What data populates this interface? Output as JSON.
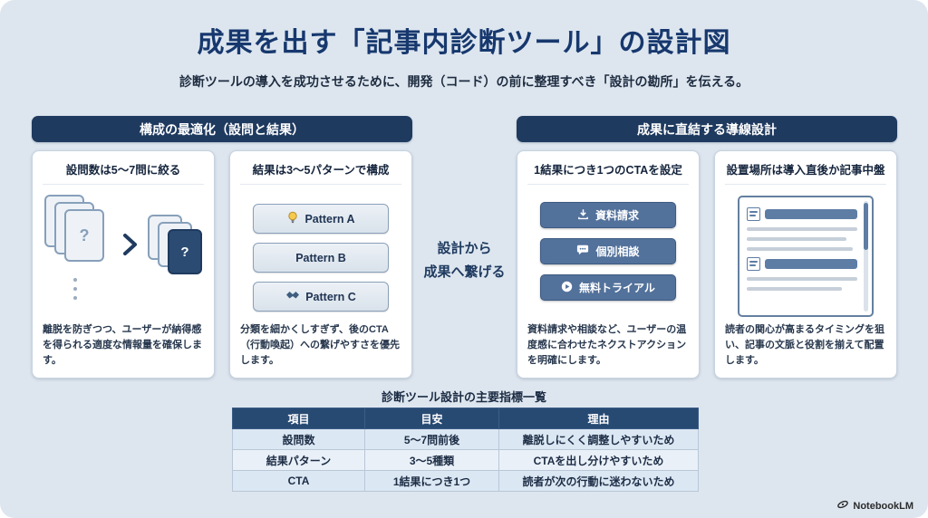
{
  "page": {
    "title": "成果を出す「記事内診断ツール」の設計図",
    "subtitle": "診断ツールの導入を成功させるために、開発（コード）の前に整理すべき「設計の勘所」を伝える。"
  },
  "left_section": {
    "header": "構成の最適化（設問と結果）",
    "card1": {
      "title": "設問数は5〜7問に絞る",
      "question_mark": "?",
      "body": "離脱を防ぎつつ、ユーザーが納得感を得られる適度な情報量を確保します。"
    },
    "card2": {
      "title": "結果は3〜5パターンで構成",
      "patterns": [
        {
          "icon": "lightbulb-icon",
          "label": "Pattern A"
        },
        {
          "icon": "none",
          "label": "Pattern B"
        },
        {
          "icon": "handshake-icon",
          "label": "Pattern C"
        }
      ],
      "body": "分類を細かくしすぎず、後のCTA（行動喚起）への繋げやすさを優先します。"
    }
  },
  "connector": {
    "text": "設計から\n成果へ繋げる"
  },
  "right_section": {
    "header": "成果に直結する導線設計",
    "card3": {
      "title": "1結果につき1つのCTAを設定",
      "ctas": [
        {
          "icon": "download-icon",
          "label": "資料請求"
        },
        {
          "icon": "chat-icon",
          "label": "個別相談"
        },
        {
          "icon": "play-icon",
          "label": "無料トライアル"
        }
      ],
      "body": "資料請求や相談など、ユーザーの温度感に合わせたネクストアクションを明確にします。"
    },
    "card4": {
      "title": "設置場所は導入直後か記事中盤",
      "body": "読者の関心が高まるタイミングを狙い、記事の文脈と役割を揃えて配置します。"
    }
  },
  "table": {
    "title": "診断ツール設計の主要指標一覧",
    "headers": [
      "項目",
      "目安",
      "理由"
    ],
    "rows": [
      [
        "設問数",
        "5〜7問前後",
        "離脱しにくく調整しやすいため"
      ],
      [
        "結果パターン",
        "3〜5種類",
        "CTAを出し分けやすいため"
      ],
      [
        "CTA",
        "1結果につき1つ",
        "読者が次の行動に迷わないため"
      ]
    ]
  },
  "footer": {
    "brand": "NotebookLM"
  },
  "colors": {
    "background": "#dde6ef",
    "navy": "#1f3a5f",
    "title": "#17386e",
    "cta_button": "#52719b",
    "pattern_fill": "#e3eaf1",
    "table_header": "#274a73",
    "table_row_a": "#dbe7f3",
    "table_row_b": "#e9f0f8"
  }
}
